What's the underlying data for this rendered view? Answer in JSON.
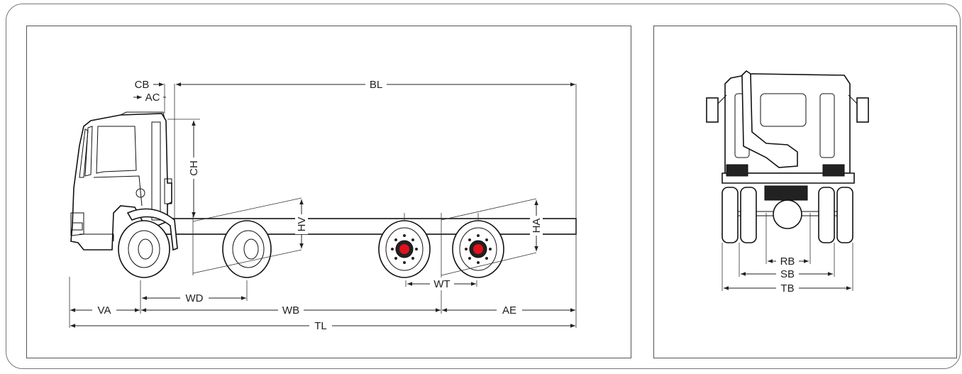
{
  "side_view": {
    "labels": {
      "CB": "CB",
      "AC": "AC",
      "BL": "BL",
      "CH": "CH",
      "HV": "HV",
      "HA": "HA",
      "WD": "WD",
      "WT": "WT",
      "VA": "VA",
      "WB": "WB",
      "AE": "AE",
      "TL": "TL"
    }
  },
  "rear_view": {
    "labels": {
      "RB": "RB",
      "SB": "SB",
      "TB": "TB"
    }
  },
  "colors": {
    "hub_red": "#e0121b",
    "line": "#222222"
  }
}
